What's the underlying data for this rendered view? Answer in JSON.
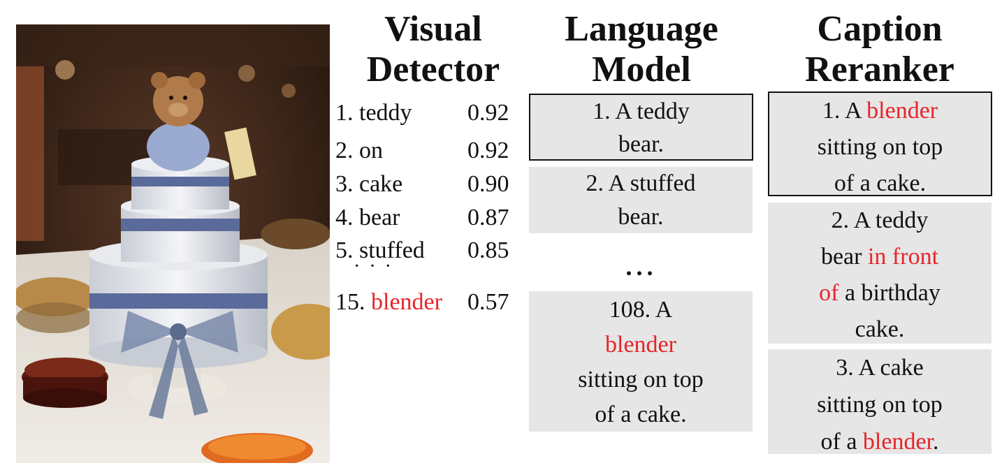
{
  "headings": {
    "visual_detector": [
      "Visual",
      "Detector"
    ],
    "language_model": [
      "Language",
      "Model"
    ],
    "caption_reranker": [
      "Caption",
      "Reranker"
    ]
  },
  "visual_detector": {
    "items": [
      {
        "label": "1. teddy",
        "score": "0.92"
      },
      {
        "label": "2. on",
        "score": "0.92"
      },
      {
        "label": "3. cake",
        "score": "0.90"
      },
      {
        "label": "4. bear",
        "score": "0.87"
      },
      {
        "label": "5. stuffed",
        "score": "0.85"
      }
    ],
    "ellipsis": "· · ·",
    "last_item": {
      "prefix": "15. ",
      "word": "blender",
      "score": "0.57"
    }
  },
  "language_model": {
    "caption1": {
      "line1": "1. A teddy",
      "line2": "bear."
    },
    "caption2": {
      "line1": "2. A stuffed",
      "line2": "bear."
    },
    "ellipsis": "...",
    "caption3": {
      "line1": "108. A",
      "line2_red": "blender",
      "line3": "sitting on top",
      "line4": "of a cake."
    }
  },
  "caption_reranker": {
    "caption1": {
      "line1_prefix": "1. A ",
      "line1_red": "blender",
      "line2": "sitting on top",
      "line3": "of a cake."
    },
    "caption2": {
      "line1": "2. A teddy",
      "line2_prefix": "bear ",
      "line2_red": "in front",
      "line3_red": "of",
      "line3_suffix": " a birthday",
      "line4": "cake."
    },
    "caption3": {
      "line1": "3. A cake",
      "line2": "sitting on top",
      "line3_prefix": "of a ",
      "line3_red": "blender",
      "line3_suffix": "."
    }
  },
  "colors": {
    "highlight": "#e8242a",
    "box_fill": "#e6e6e6"
  }
}
